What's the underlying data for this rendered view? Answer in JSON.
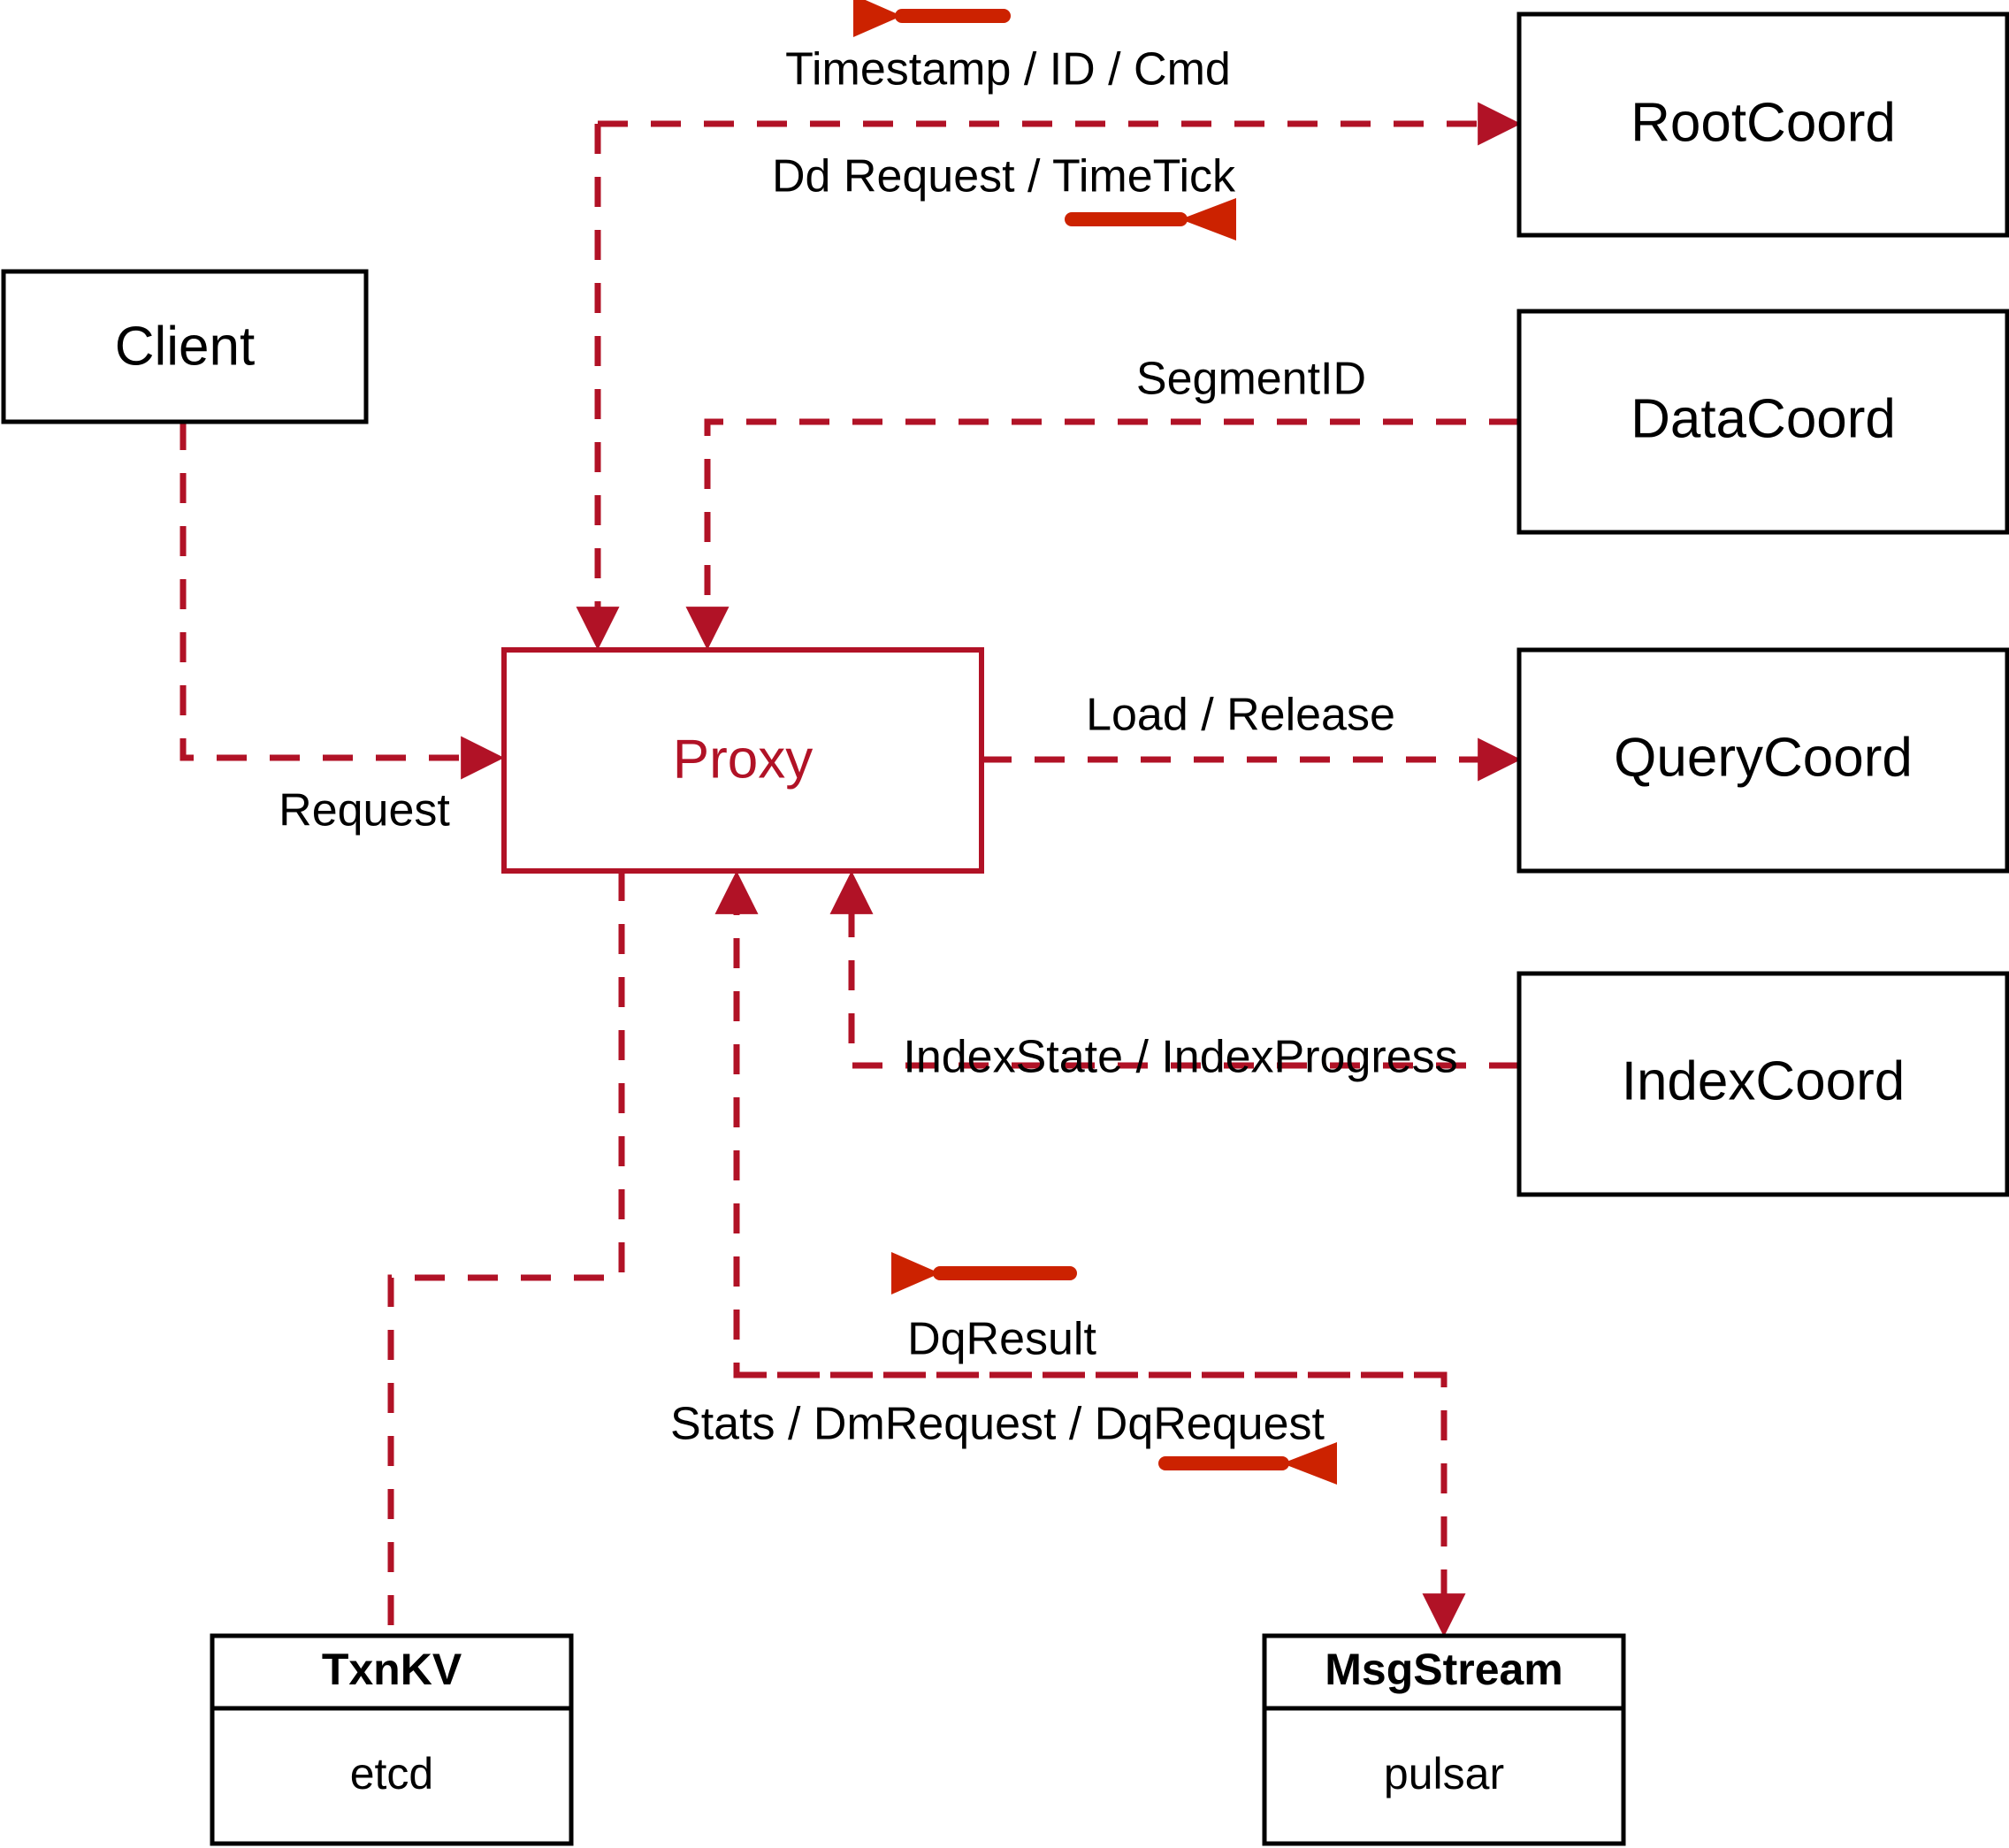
{
  "diagram": {
    "title": "Proxy architecture dataflow",
    "colors": {
      "flow_line": "#B11226",
      "direction_arrow": "#CC2200",
      "node_stroke": "#000000",
      "accent_node_stroke": "#B11226",
      "background": "#ffffff"
    },
    "nodes": {
      "client": {
        "label": "Client"
      },
      "proxy": {
        "label": "Proxy"
      },
      "root_coord": {
        "label": "RootCoord"
      },
      "data_coord": {
        "label": "DataCoord"
      },
      "query_coord": {
        "label": "QueryCoord"
      },
      "index_coord": {
        "label": "IndexCoord"
      },
      "txn_kv": {
        "label": "TxnKV",
        "sub": "etcd"
      },
      "msg_stream": {
        "label": "MsgStream",
        "sub": "pulsar"
      }
    },
    "edges": [
      {
        "id": "client-to-proxy",
        "label": "Request",
        "from": "client",
        "to": "proxy",
        "direction": "right"
      },
      {
        "id": "rootcoord-to-proxy",
        "label": "Timestamp / ID / Cmd",
        "from": "root_coord",
        "to": "proxy",
        "direction": "left"
      },
      {
        "id": "proxy-to-rootcoord",
        "label": "Dd Request / TimeTick",
        "from": "proxy",
        "to": "root_coord",
        "direction": "right"
      },
      {
        "id": "datacoord-to-proxy",
        "label": "SegmentID",
        "from": "data_coord",
        "to": "proxy",
        "direction": "none"
      },
      {
        "id": "proxy-to-querycoord",
        "label": "Load / Release",
        "from": "proxy",
        "to": "query_coord",
        "direction": "none"
      },
      {
        "id": "indexcoord-to-proxy",
        "label": "IndexState / IndexProgress",
        "from": "index_coord",
        "to": "proxy",
        "direction": "none"
      },
      {
        "id": "msgstream-to-proxy",
        "label": "DqResult",
        "from": "msg_stream",
        "to": "proxy",
        "direction": "left"
      },
      {
        "id": "proxy-to-msgstream",
        "label": "Stats / DmRequest / DqRequest",
        "from": "proxy",
        "to": "msg_stream",
        "direction": "right"
      },
      {
        "id": "proxy-to-txnkv",
        "label": "",
        "from": "proxy",
        "to": "txn_kv",
        "direction": "none"
      }
    ]
  }
}
